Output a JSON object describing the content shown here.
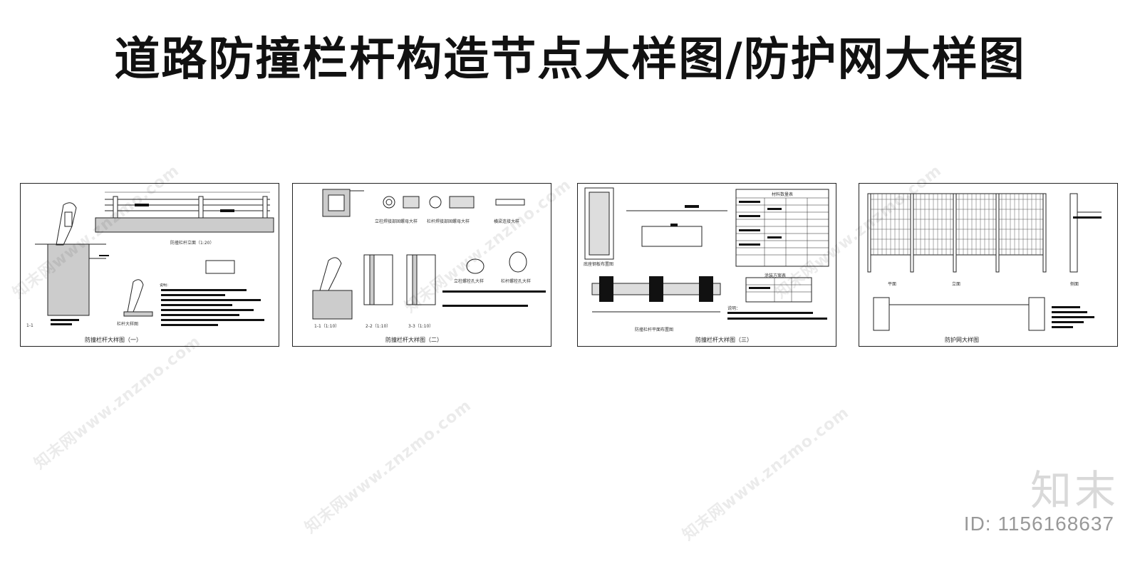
{
  "title": "道路防撞栏杆构造节点大样图/防护网大样图",
  "sheets": [
    {
      "caption": "防撞栏杆大样图（一）",
      "labels": {
        "elevation": "防撞栏杆立面（1:20）",
        "detail": "栏杆大样图",
        "section": "1-1",
        "notes_head": "说明："
      }
    },
    {
      "caption": "防撞栏杆大样图（二）",
      "labels": {
        "part_a": "立柱焊接部固螺母大样",
        "part_b": "栏杆焊接部固螺母大样",
        "part_c": "横梁连接大样",
        "hole_a": "立柱螺栓孔大样",
        "hole_b": "栏杆螺栓孔大样",
        "sec1": "1-1（1:10）",
        "sec2": "2-2（1:10）",
        "sec3": "3-3（1:10）"
      }
    },
    {
      "caption": "防撞栏杆大样图（三）",
      "labels": {
        "table1": "材料数量表",
        "table2": "涂装方案表",
        "plan": "防撞栏杆平面布置图",
        "section": "底座钢板布置图",
        "notes_head": "说明："
      }
    },
    {
      "caption": "防护网大样图",
      "labels": {
        "elevation": "立面",
        "side": "侧面",
        "plan": "平面"
      }
    }
  ],
  "watermark": "知末网www.znzmo.com",
  "brand": "知末",
  "id_text": "ID: 1156168637"
}
